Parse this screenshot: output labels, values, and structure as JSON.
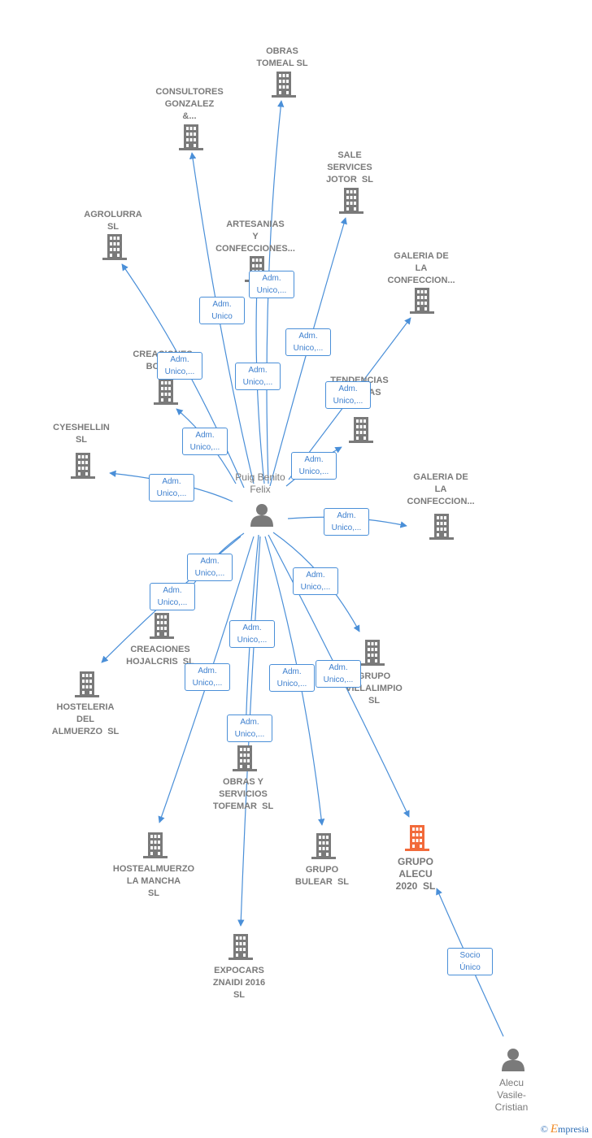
{
  "colors": {
    "edge": "#4a8fd8",
    "node": "#7a7a7a",
    "highlight": "#f26a3a"
  },
  "nodes": [
    {
      "id": "obras-tomeal",
      "kind": "company",
      "label": "OBRAS\nTOMEAL SL"
    },
    {
      "id": "consultores",
      "kind": "company",
      "label": "CONSULTORES\nGONZALEZ\n&..."
    },
    {
      "id": "sale-services",
      "kind": "company",
      "label": "SALE\nSERVICES\nJOTOR  SL"
    },
    {
      "id": "agrolurra",
      "kind": "company",
      "label": "AGROLURRA\nSL"
    },
    {
      "id": "artesanias",
      "kind": "company",
      "label": "ARTESANIAS\nY\nCONFECCIONES..."
    },
    {
      "id": "galeria-1",
      "kind": "company",
      "label": "GALERIA DE\nLA\nCONFECCION..."
    },
    {
      "id": "creaciones-boto",
      "kind": "company",
      "label": "CREACIONES\nBOTO..."
    },
    {
      "id": "tendencias",
      "kind": "company",
      "label": "TENDENCIAS\nG...MICAS\nSL"
    },
    {
      "id": "cyeshellin",
      "kind": "company",
      "label": "CYESHELLIN\nSL"
    },
    {
      "id": "galeria-2",
      "kind": "company",
      "label": "GALERIA DE\nLA\nCONFECCION..."
    },
    {
      "id": "puig",
      "kind": "person",
      "label": "Puig Benito\nFelix"
    },
    {
      "id": "creaciones-hojalcris",
      "kind": "company",
      "label": "CREACIONES\nHOJALCRIS  SL"
    },
    {
      "id": "grupo-villalimpio",
      "kind": "company",
      "label": "GRUPO\nVILLALIMPIO\nSL"
    },
    {
      "id": "hosteleria",
      "kind": "company",
      "label": "HOSTELERIA\nDEL\nALMUERZO  SL"
    },
    {
      "id": "obras-tofemar",
      "kind": "company",
      "label": "OBRAS Y\nSERVICIOS\nTOFEMAR  SL"
    },
    {
      "id": "hostealmuerzo",
      "kind": "company",
      "label": "HOSTEALMUERZO\nLA MANCHA\nSL"
    },
    {
      "id": "grupo-bulear",
      "kind": "company",
      "label": "GRUPO\nBULEAR  SL"
    },
    {
      "id": "grupo-alecu",
      "kind": "company",
      "label": "GRUPO\nALECU\n2020  SL",
      "highlight": true
    },
    {
      "id": "expocars",
      "kind": "company",
      "label": "EXPOCARS\nZNAIDI 2016\nSL"
    },
    {
      "id": "alecu",
      "kind": "person",
      "label": "Alecu\nVasile-\nCristian"
    }
  ],
  "edges": [
    {
      "from": "puig",
      "to": "obras-tomeal",
      "label": "Adm.\nUnico,..."
    },
    {
      "from": "puig",
      "to": "consultores",
      "label": "Adm.\nUnico"
    },
    {
      "from": "puig",
      "to": "sale-services",
      "label": "Adm.\nUnico,..."
    },
    {
      "from": "puig",
      "to": "agrolurra",
      "label": "Adm.\nUnico,..."
    },
    {
      "from": "puig",
      "to": "artesanias",
      "label": "Adm.\nUnico,..."
    },
    {
      "from": "puig",
      "to": "galeria-1",
      "label": "Adm.\nUnico,..."
    },
    {
      "from": "puig",
      "to": "creaciones-boto",
      "label": "Adm.\nUnico,..."
    },
    {
      "from": "puig",
      "to": "tendencias",
      "label": "Adm.\nUnico,..."
    },
    {
      "from": "puig",
      "to": "cyeshellin",
      "label": "Adm.\nUnico,..."
    },
    {
      "from": "puig",
      "to": "galeria-2",
      "label": "Adm.\nUnico,..."
    },
    {
      "from": "puig",
      "to": "creaciones-hojalcris",
      "label": "Adm.\nUnico,..."
    },
    {
      "from": "puig",
      "to": "hosteleria",
      "label": "Adm.\nUnico,..."
    },
    {
      "from": "puig",
      "to": "grupo-villalimpio",
      "label": "Adm.\nUnico,..."
    },
    {
      "from": "puig",
      "to": "obras-tofemar",
      "label": "Adm.\nUnico,..."
    },
    {
      "from": "puig",
      "to": "hostealmuerzo",
      "label": "Adm.\nUnico,..."
    },
    {
      "from": "puig",
      "to": "grupo-bulear",
      "label": "Adm.\nUnico,..."
    },
    {
      "from": "puig",
      "to": "grupo-alecu",
      "label": "Adm.\nUnico,..."
    },
    {
      "from": "puig",
      "to": "expocars",
      "label": "Adm.\nUnico,..."
    },
    {
      "from": "alecu",
      "to": "grupo-alecu",
      "label": "Socio\nÚnico"
    }
  ],
  "footer": {
    "copyright": "©",
    "brand_initial": "E",
    "brand_rest": "mpresia"
  }
}
